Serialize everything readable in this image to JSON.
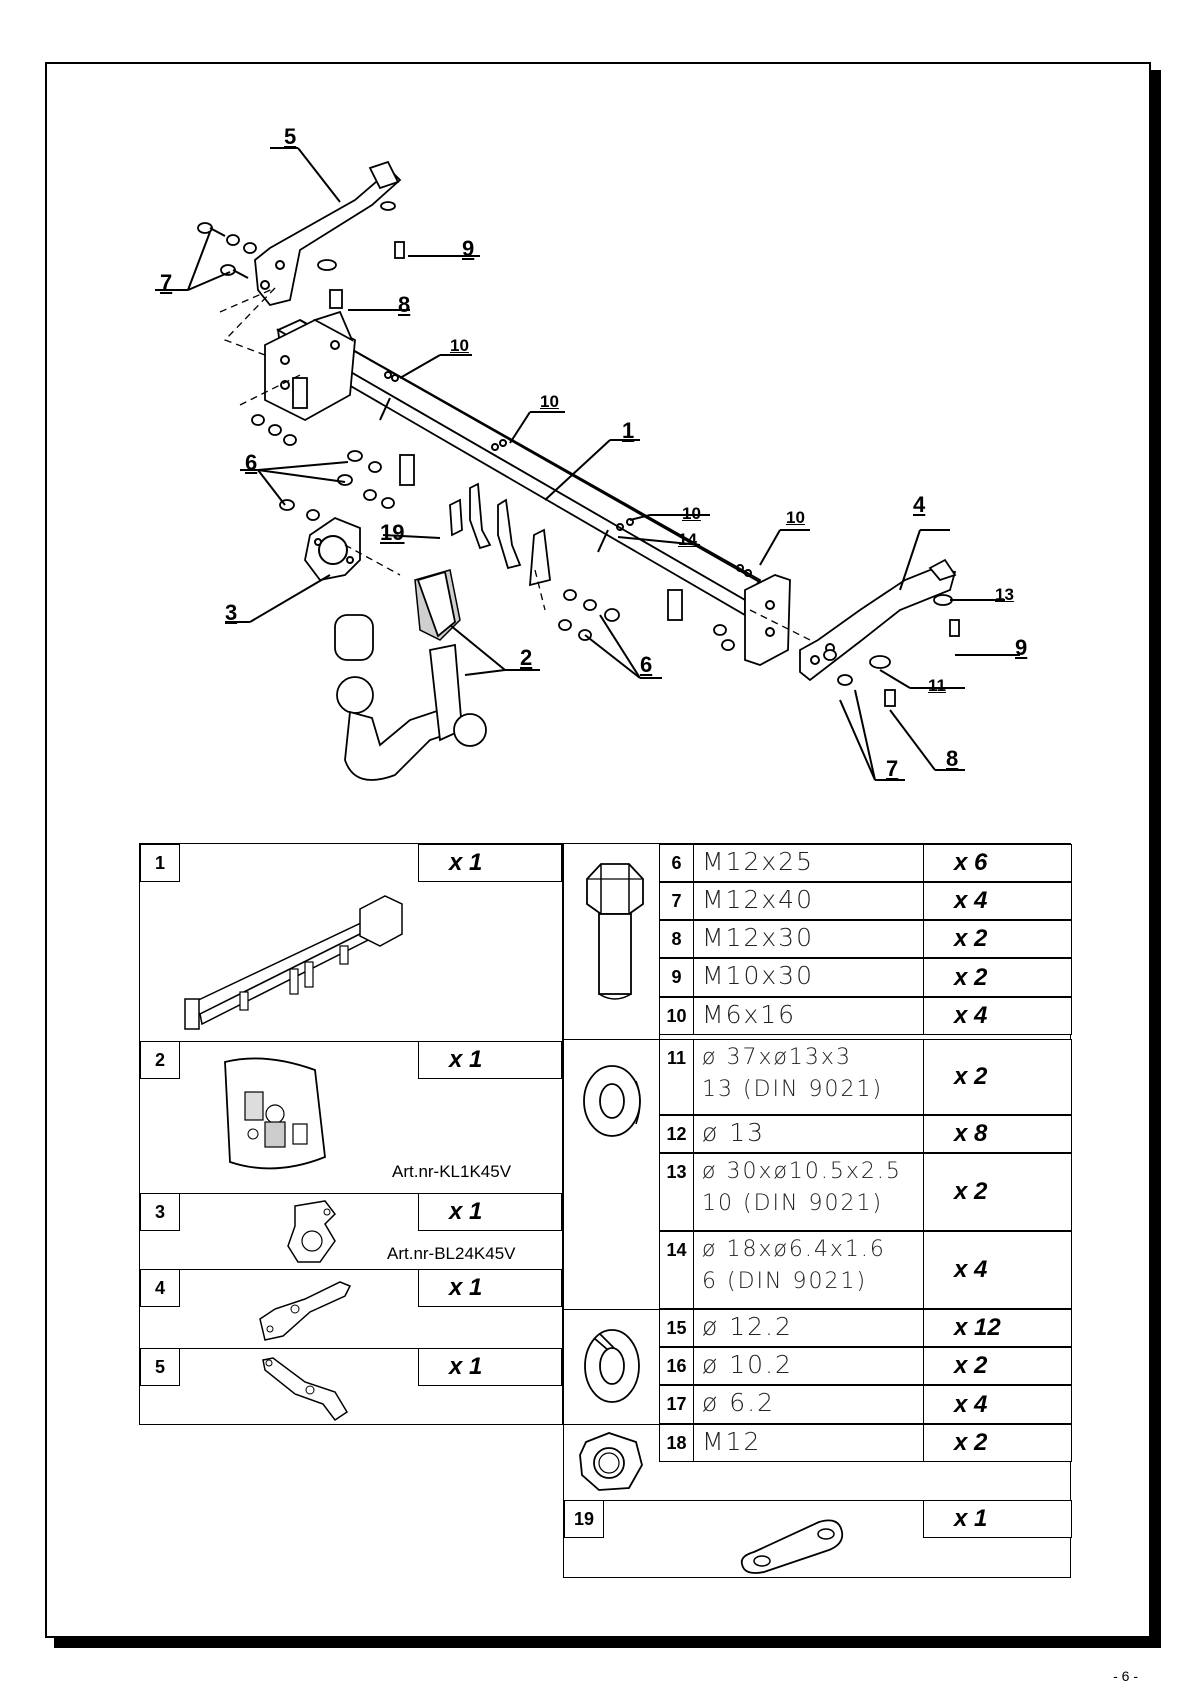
{
  "callouts": {
    "c1": "1",
    "c2": "2",
    "c3": "3",
    "c4": "4",
    "c5": "5",
    "c6a": "6",
    "c6b": "6",
    "c7a": "7",
    "c7b": "7",
    "c8a": "8",
    "c8b": "8",
    "c9a": "9",
    "c9b": "9",
    "c10a": "10",
    "c10b": "10",
    "c10c": "10",
    "c10d": "10",
    "c11": "11",
    "c13": "13",
    "c14": "14",
    "c19": "19"
  },
  "parts_left": [
    {
      "num": "1",
      "qty": "x 1",
      "art": ""
    },
    {
      "num": "2",
      "qty": "x 1",
      "art": "Art.nr-KL1K45V"
    },
    {
      "num": "3",
      "qty": "x 1",
      "art": "Art.nr-BL24K45V"
    },
    {
      "num": "4",
      "qty": "x 1",
      "art": ""
    },
    {
      "num": "5",
      "qty": "x 1",
      "art": ""
    }
  ],
  "hardware": [
    {
      "num": "6",
      "spec": "M12x25",
      "qty": "x 6"
    },
    {
      "num": "7",
      "spec": "M12x40",
      "qty": "x 4"
    },
    {
      "num": "8",
      "spec": "M12x30",
      "qty": "x 2"
    },
    {
      "num": "9",
      "spec": "M10x30",
      "qty": "x 2"
    },
    {
      "num": "10",
      "spec": "M6x16",
      "qty": "x 4"
    },
    {
      "num": "11",
      "spec": "ø 37xø13x3",
      "spec2": "13   (DIN  9021)",
      "qty": "x 2"
    },
    {
      "num": "12",
      "spec": "ø 13",
      "qty": "x 8"
    },
    {
      "num": "13",
      "spec": "ø 30xø10.5x2.5",
      "spec2": "10   (DIN  9021)",
      "qty": "x 2"
    },
    {
      "num": "14",
      "spec": "ø 18xø6.4x1.6",
      "spec2": "6    (DIN  9021)",
      "qty": "x 4"
    },
    {
      "num": "15",
      "spec": "ø 12.2",
      "qty": "x 12"
    },
    {
      "num": "16",
      "spec": "ø 10.2",
      "qty": "x 2"
    },
    {
      "num": "17",
      "spec": "ø 6.2",
      "qty": "x 4"
    },
    {
      "num": "18",
      "spec": "M12",
      "qty": "x 2"
    }
  ],
  "part19": {
    "num": "19",
    "qty": "x 1"
  },
  "page_number": "- 6 -"
}
